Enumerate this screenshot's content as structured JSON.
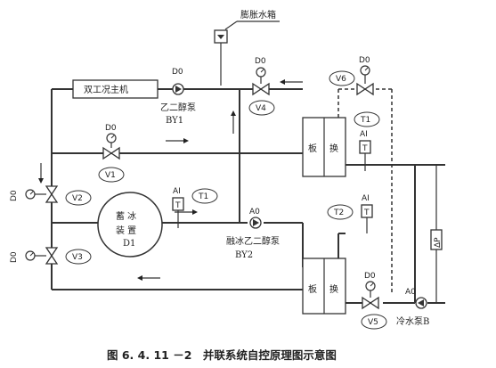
{
  "expansion_tank": "膨胀水箱",
  "chiller": "双工况主机",
  "glycol_pump": {
    "do": "D0",
    "name": "乙二醇泵",
    "tag": "BY1"
  },
  "melt_pump": {
    "ao": "A0",
    "name": "融冰乙二醇泵",
    "tag": "BY2"
  },
  "storage": {
    "line1": "蓄 冰",
    "line2": "装 置",
    "tag": "D1"
  },
  "valves": {
    "v1": {
      "do": "D0",
      "tag": "V1"
    },
    "v2": {
      "do": "D0",
      "tag": "V2"
    },
    "v3": {
      "do": "D0",
      "tag": "V3"
    },
    "v4": {
      "do": "D0",
      "tag": "V4"
    },
    "v5": {
      "do": "D0",
      "tag": "V5"
    },
    "v6": {
      "do": "D0",
      "tag": "V6"
    }
  },
  "sensors": {
    "t1_storage": {
      "ai": "AI",
      "sym": "T",
      "tag": "T1"
    },
    "t1_upper": {
      "ai": "AI",
      "sym": "T",
      "tag": "T1"
    },
    "t2": {
      "ai": "AI",
      "sym": "T",
      "tag": "T2"
    }
  },
  "hx_upper": {
    "left": "板",
    "right": "换"
  },
  "hx_lower": {
    "left": "板",
    "right": "换"
  },
  "chw_pump": {
    "ao": "A0",
    "name": "冷水泵B"
  },
  "dp": "ΔP",
  "caption": "图 6. 4. 11 －2　并联系统自控原理图示意图"
}
